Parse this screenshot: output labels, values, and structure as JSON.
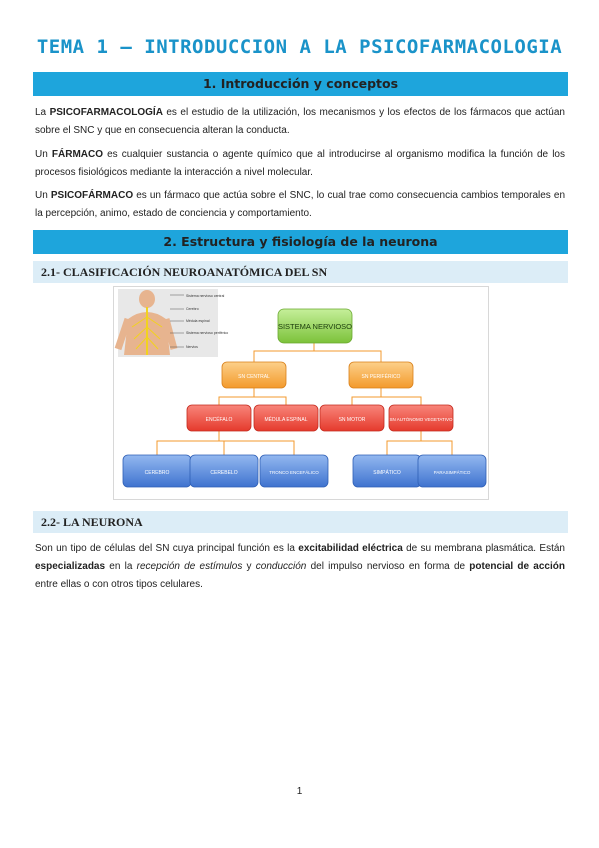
{
  "title": "TEMA 1 – INTRODUCCION A LA PSICOFARMACOLOGIA",
  "section1": {
    "heading": "1. Introducción y conceptos",
    "p1": {
      "t1": "La ",
      "b1": "PSICOFARMACOLOGÍA",
      "t2": " es el estudio de la utilización, los mecanismos y los efectos de los fármacos que actúan sobre el SNC y que en consecuencia alteran la conducta."
    },
    "p2": {
      "t1": "Un ",
      "b1": "FÁRMACO",
      "t2": " es cualquier sustancia o agente químico que al introducirse al organismo modifica la función de los procesos fisiológicos mediante la interacción a nivel molecular."
    },
    "p3": {
      "t1": "Un ",
      "b1": "PSICOFÁRMACO",
      "t2": " es un fármaco que actúa sobre el SNC, lo cual trae como consecuencia cambios temporales en la percepción, animo, estado de conciencia y comportamiento."
    }
  },
  "section2": {
    "heading": "2. Estructura y fisiología de la neurona",
    "sub1": "2.1- CLASIFICACIÓN NEUROANATÓMICA DEL SN",
    "diagram": {
      "root": "SISTEMA NERVIOSO",
      "level1": [
        "SN CENTRAL",
        "SN PERIFÉRICO"
      ],
      "level2": [
        "ENCÉFALO",
        "MÉDULA ESPINAL",
        "SN MOTOR",
        "SN AUTÓNOMO VEGETATIVO"
      ],
      "level3": [
        "CEREBRO",
        "CEREBELO",
        "TRONCO ENCEFÁLICO",
        "SIMPÁTICO",
        "PARASIMPÁTICO"
      ],
      "body_labels": [
        "Sistema nervioso central",
        "Cerebro",
        "Médula espinal",
        "Sistema nervioso periférico",
        "Nervios"
      ]
    },
    "sub2": "2.2- LA NEURONA",
    "p4": {
      "t1": "Son un tipo de células del SN cuya principal función es la ",
      "b1": "excitabilidad eléctrica",
      "t2": " de su membrana plasmática. Están ",
      "b2": "especializadas",
      "t3": " en la ",
      "i1": "recepción de estímulos",
      "t4": " y ",
      "i2": "conducción",
      "t5": " del impulso nervioso en forma de ",
      "b3": "potencial de acción",
      "t6": " entre ellas o con otros tipos celulares."
    }
  },
  "page_number": "1",
  "colors": {
    "accent": "#1ea5dc",
    "title": "#1a93c9",
    "subhead_bg": "#dcedf7",
    "node_green": "#8fd14f",
    "node_orange": "#f7a541",
    "node_red": "#ef4a3c",
    "node_blue": "#4a7fd6"
  }
}
